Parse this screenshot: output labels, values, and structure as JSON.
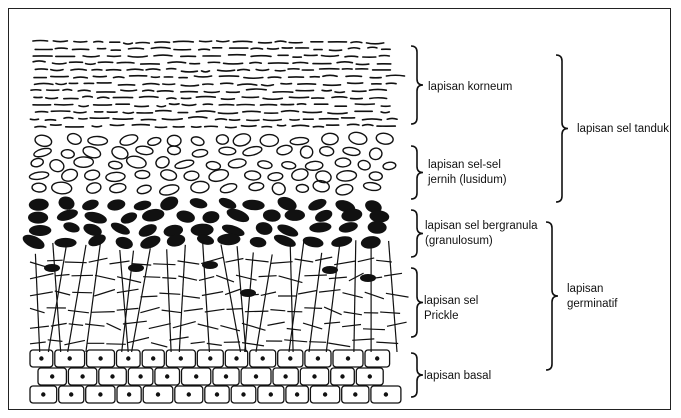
{
  "layers": [
    {
      "id": "korneum",
      "label": "lapisan korneum"
    },
    {
      "id": "lusidum",
      "label": "lapisan sel-sel\njernih (lusidum)"
    },
    {
      "id": "granulosum",
      "label": "lapisan sel bergranula\n(granulosum)"
    },
    {
      "id": "prickle",
      "label": "lapisan sel\nPrickle"
    },
    {
      "id": "basal",
      "label": "lapisan basal"
    }
  ],
  "groups": [
    {
      "id": "tanduk",
      "label": "lapisan sel tanduk"
    },
    {
      "id": "germinatif",
      "label": "lapisan\ngerminatif"
    }
  ]
}
